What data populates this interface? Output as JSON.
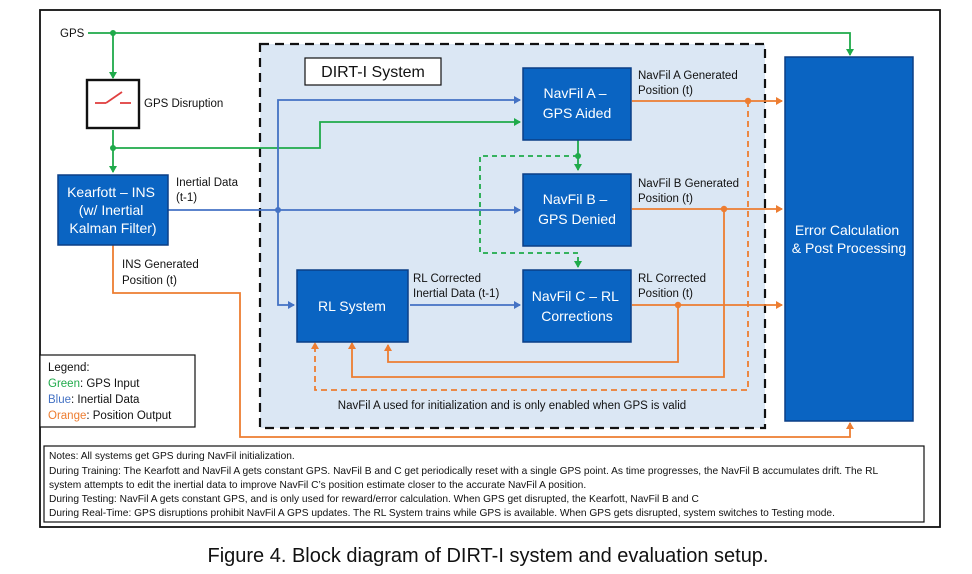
{
  "gps_label": "GPS",
  "gps_disruption_label": "GPS Disruption",
  "system_title": "DIRT-I System",
  "kearfott": [
    "Kearfott – INS",
    "(w/ Inertial",
    "Kalman Filter)"
  ],
  "navfil_a": [
    "NavFil A –",
    "GPS Aided"
  ],
  "navfil_b": [
    "NavFil B –",
    "GPS Denied"
  ],
  "navfil_c": [
    "NavFil C – RL",
    "Corrections"
  ],
  "rl_system": "RL System",
  "error_calc": [
    "Error Calculation",
    "& Post Processing"
  ],
  "labels": {
    "inertial_data": [
      "Inertial Data",
      "(t-1)"
    ],
    "ins_generated": [
      "INS Generated",
      "Position (t)"
    ],
    "navfil_a_generated": [
      "NavFil A Generated",
      "Position (t)"
    ],
    "navfil_b_generated": [
      "NavFil B Generated",
      "Position (t)"
    ],
    "rl_corrected_inertial": [
      "RL Corrected",
      "Inertial Data (t-1)"
    ],
    "rl_corrected_position": [
      "RL Corrected",
      "Position (t)"
    ],
    "init_note": "NavFil A used for initialization and is only enabled when GPS is valid"
  },
  "legend": {
    "title": "Legend:",
    "items": [
      {
        "key": "Green",
        "text": ": GPS Input",
        "color": "#1faa4a"
      },
      {
        "key": "Blue",
        "text": ": Inertial Data",
        "color": "#4472c4"
      },
      {
        "key": "Orange",
        "text": ": Position Output",
        "color": "#ed7d31"
      }
    ]
  },
  "notes": [
    "Notes: All systems get GPS during NavFil initialization.",
    "During Training: The Kearfott and NavFil A gets constant GPS. NavFil B and C get periodically reset with a single GPS point. As time progresses, the NavFil B accumulates drift. The RL",
    "system attempts to edit the inertial data to improve NavFil C’s position estimate closer to the accurate NavFil A position.",
    "During Testing: NavFil A gets constant GPS, and is only used for reward/error calculation. When GPS get disrupted, the Kearfott, NavFil B and C",
    "During Real-Time: GPS disruptions prohibit NavFil A GPS updates. The RL System trains while GPS is available. When GPS gets disrupted, system switches to Testing mode."
  ],
  "caption": "Figure 4. Block diagram of DIRT-I system and evaluation setup.",
  "colors": {
    "green": "#1faa4a",
    "blue": "#4472c4",
    "orange": "#ed7d31",
    "box_fill": "#0a64c2",
    "box_stroke": "#0b3f86",
    "system_fill": "#dbe7f4"
  }
}
